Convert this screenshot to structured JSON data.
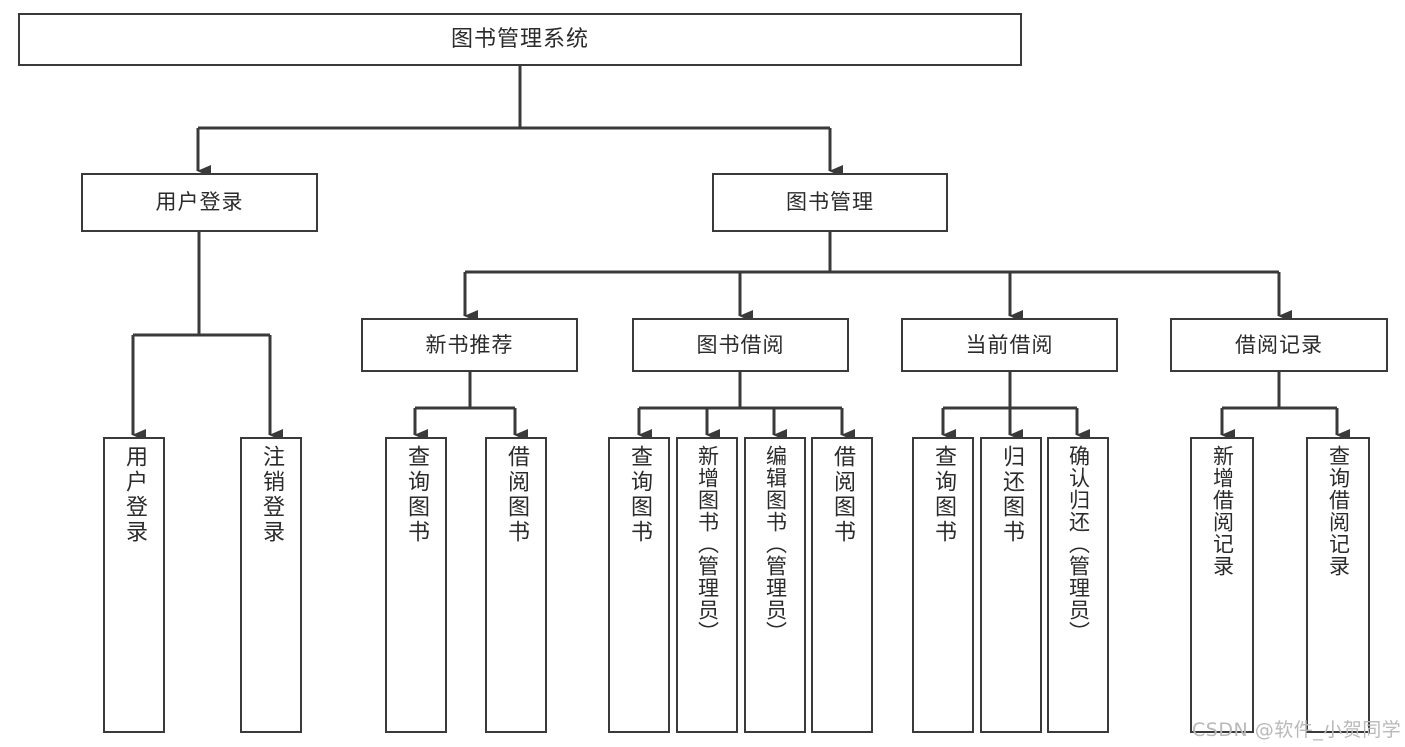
{
  "diagram": {
    "type": "tree",
    "title": "图书管理系统",
    "colors": {
      "box_border": "#3a3a3a",
      "box_fill": "#ffffff",
      "connector": "#3a3a3a",
      "text": "#2b2b2b",
      "watermark": "#b9b9b9",
      "background": "#ffffff"
    },
    "root": {
      "label": "图书管理系统"
    },
    "level2": [
      {
        "label": "用户登录"
      },
      {
        "label": "图书管理"
      }
    ],
    "level3": [
      {
        "label": "新书推荐"
      },
      {
        "label": "图书借阅"
      },
      {
        "label": "当前借阅"
      },
      {
        "label": "借阅记录"
      }
    ],
    "leaves": {
      "user_login": [
        {
          "label": "用户登录"
        },
        {
          "label": "注销登录"
        }
      ],
      "new_book_recommend": [
        {
          "label": "查询图书"
        },
        {
          "label": "借阅图书"
        }
      ],
      "book_borrow": [
        {
          "label": "查询图书"
        },
        {
          "label": "新增图书（管理员）"
        },
        {
          "label": "编辑图书（管理员）"
        },
        {
          "label": "借阅图书"
        }
      ],
      "current_borrow": [
        {
          "label": "查询图书"
        },
        {
          "label": "归还图书"
        },
        {
          "label": "确认归还（管理员）"
        }
      ],
      "borrow_record": [
        {
          "label": "新增借阅记录"
        },
        {
          "label": "查询借阅记录"
        }
      ]
    }
  },
  "watermark": {
    "text": "CSDN @软件_小贺同学"
  }
}
